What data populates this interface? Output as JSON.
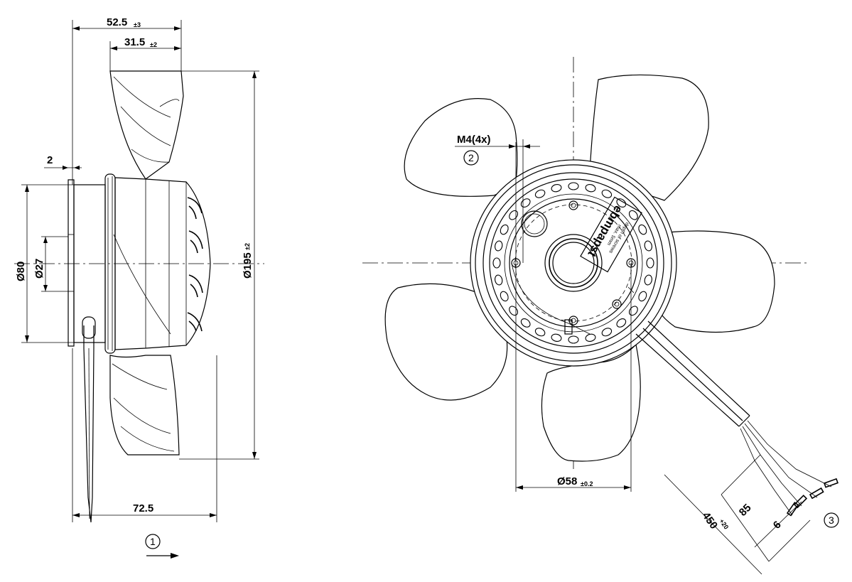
{
  "side_view": {
    "dim_overall_depth": "52.5",
    "dim_overall_depth_tol": "±3",
    "dim_hub_depth": "31.5",
    "dim_hub_depth_tol": "±2",
    "dim_flange": "2",
    "dim_d80": "Ø80",
    "dim_d27": "Ø27",
    "dim_diameter": "Ø195",
    "dim_diameter_tol": "±2",
    "dim_cable_length": "72.5",
    "callout_airflow": "1"
  },
  "front_view": {
    "thread_label": "M4(4x)",
    "callout_thread": "2",
    "dim_bolt_circle": "Ø58",
    "dim_bolt_circle_tol": "±0.2",
    "dim_lead_length": "450",
    "dim_lead_length_tol": "+20",
    "dim_strip_length": "85",
    "dim_wire_end": "6",
    "callout_leads": "3",
    "brand_label": "ebmpapst",
    "screw_label_1": "depth of screws",
    "screw_label_2": "max. 5mm"
  }
}
